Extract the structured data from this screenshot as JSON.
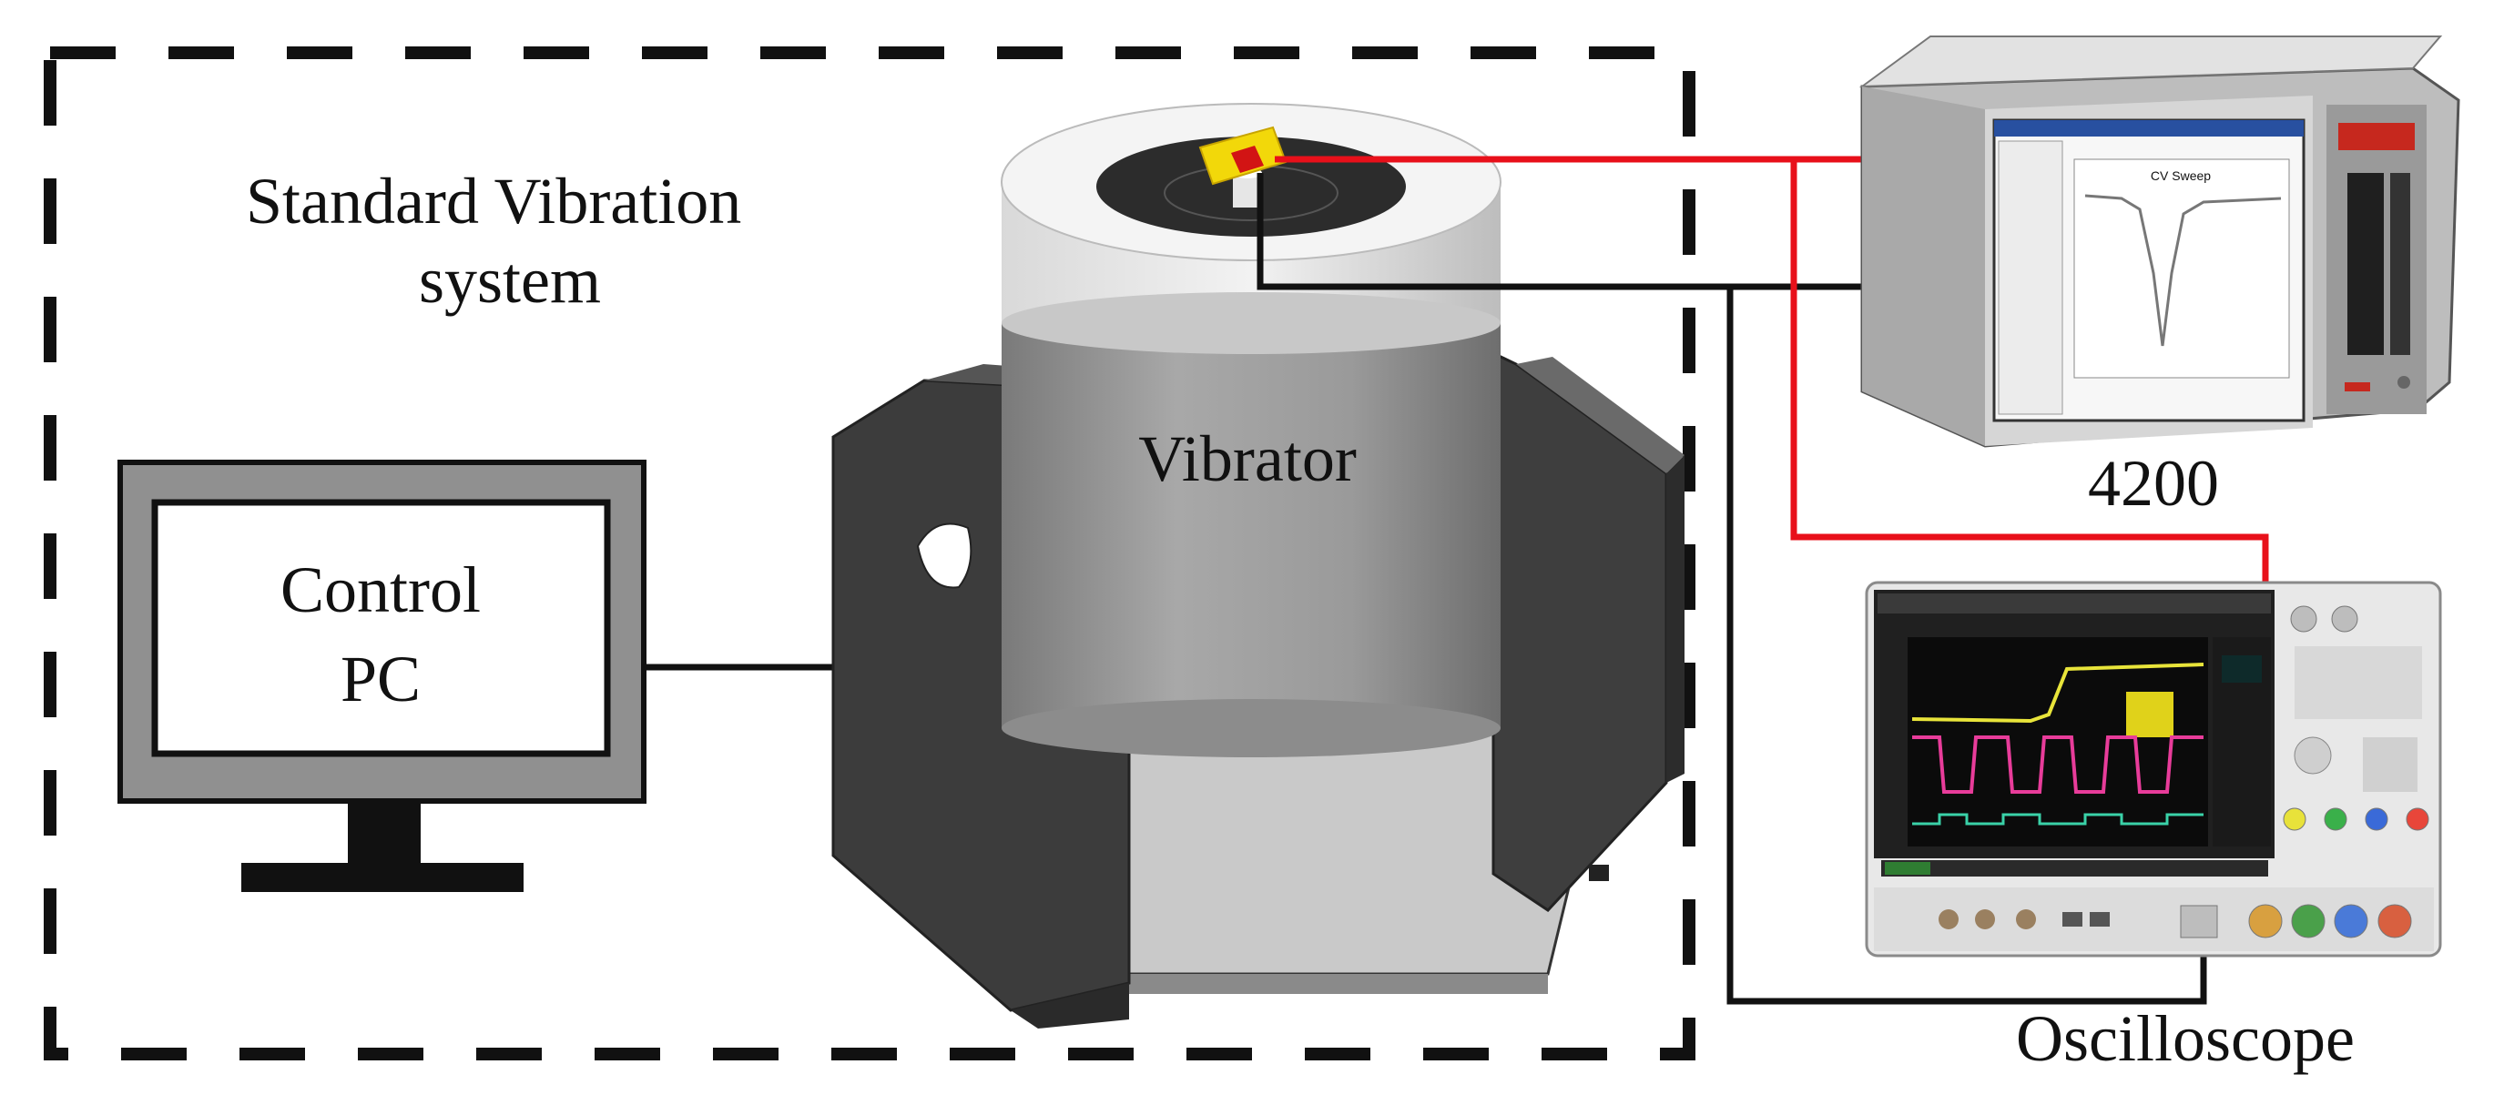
{
  "labels": {
    "system_title_line1": "Standard Vibration",
    "system_title_line2": "system",
    "vibrator": "Vibrator",
    "pc_line1": "Control",
    "pc_line2": "PC",
    "analyzer": "4200",
    "oscilloscope": "Oscilloscope",
    "screen_title": "CV Sweep"
  },
  "colors": {
    "dashed_border": "#111111",
    "red_wire": "#e8101a",
    "black_wire": "#111111",
    "sensor_fill": "#f2d80a",
    "sensor_core": "#d21414"
  },
  "icons": {
    "pc": "monitor-icon",
    "analyzer": "semiconductor-analyzer-icon",
    "scope": "oscilloscope-icon",
    "vibrator": "vibration-shaker-icon"
  }
}
